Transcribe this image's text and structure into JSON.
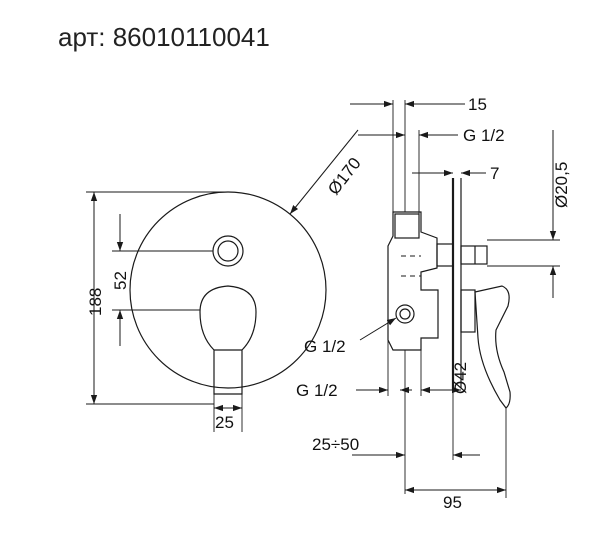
{
  "title": "арт: 86010110041",
  "dimensions": {
    "diameter_plate": "Ø170",
    "height_total": "188",
    "spout_offset": "52",
    "lever_width": "25",
    "depth_top": "15",
    "thread_top": "G 1/2",
    "offset_small": "7",
    "diameter_outlet": "Ø20,5",
    "thread_side": "G 1/2",
    "thread_bottom": "G 1/2",
    "diameter_body": "Ø42",
    "install_depth": "25÷50",
    "overall_depth": "95"
  }
}
